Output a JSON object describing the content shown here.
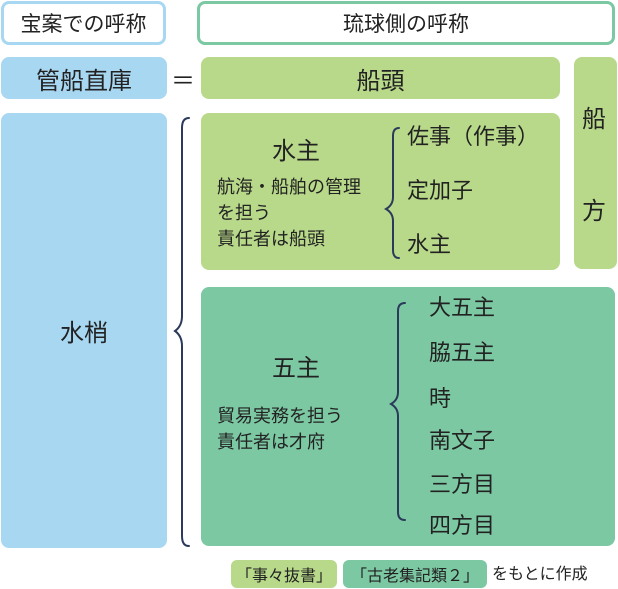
{
  "header": {
    "left_label": "宝案での呼称",
    "right_label": "琉球側の呼称"
  },
  "kanko": "管船直庫",
  "equal_sign": "＝",
  "sendo": "船頭",
  "funakata": [
    "船",
    "方"
  ],
  "mizukai": "水梢",
  "mizunushi": {
    "title": "水主",
    "description": "航海・船舶の管理\nを担う\n責任者は船頭",
    "members": [
      "佐事（作事）",
      "定加子",
      "水主"
    ]
  },
  "gonushi": {
    "title": "五主",
    "description": "貿易実務を担う\n責任者は才府",
    "members": [
      "大五主",
      "脇五主",
      "時",
      "南文子",
      "三方目",
      "四方目"
    ]
  },
  "source": {
    "ref1": "「事々抜書」",
    "ref2": "「古老集記類２」",
    "suffix": "をもとに作成"
  },
  "colors": {
    "blue": "#a8d7f2",
    "light_green": "#b8d98a",
    "medium_green": "#7cc8a3",
    "bracket": "#2b3a5a"
  }
}
